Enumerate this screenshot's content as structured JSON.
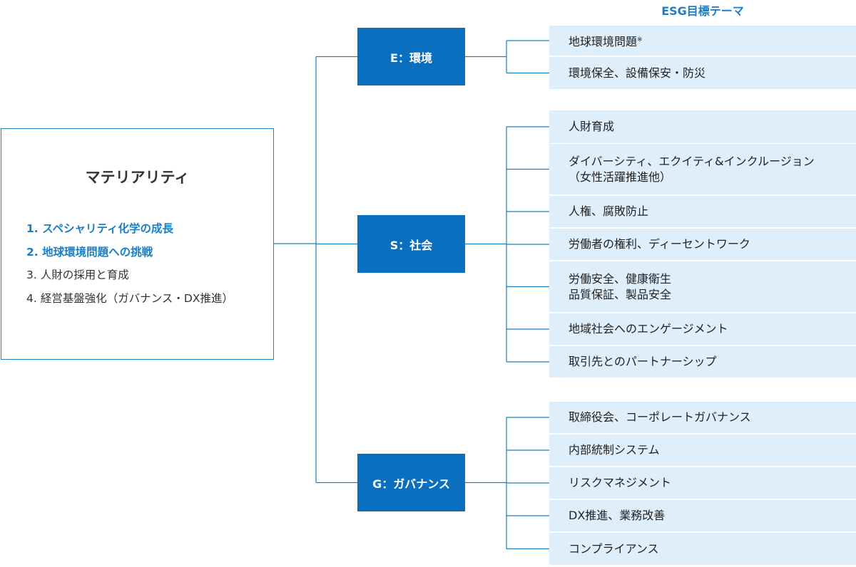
{
  "header": {
    "label": "ESG目標テーマ"
  },
  "materiality": {
    "title": "マテリアリティ",
    "items": [
      {
        "text": "1. スペシャリティ化学の成長",
        "highlight": true
      },
      {
        "text": "2. 地球環境問題への挑戦",
        "highlight": true
      },
      {
        "text": "3. 人財の採用と育成",
        "highlight": false
      },
      {
        "text": "4. 経営基盤強化（ガバナンス・DX推進）",
        "highlight": false
      }
    ]
  },
  "categories": [
    {
      "label": "E：環境",
      "themes": [
        {
          "lines": [
            "地球環境問題"
          ],
          "note": "※"
        },
        {
          "lines": [
            "環境保全、設備保安・防災"
          ]
        }
      ]
    },
    {
      "label": "S：社会",
      "themes": [
        {
          "lines": [
            "人財育成"
          ]
        },
        {
          "lines": [
            "ダイバーシティ、エクイティ&インクルージョン",
            "（女性活躍推進他）"
          ]
        },
        {
          "lines": [
            "人権、腐敗防止"
          ]
        },
        {
          "lines": [
            "労働者の権利、ディーセントワーク"
          ]
        },
        {
          "lines": [
            "労働安全、健康衛生",
            "品質保証、製品安全"
          ]
        },
        {
          "lines": [
            "地域社会へのエンゲージメント"
          ]
        },
        {
          "lines": [
            "取引先とのパートナーシップ"
          ]
        }
      ]
    },
    {
      "label": "G：ガバナンス",
      "themes": [
        {
          "lines": [
            "取締役会、コーポレートガバナンス"
          ]
        },
        {
          "lines": [
            "内部統制システム"
          ]
        },
        {
          "lines": [
            "リスクマネジメント"
          ]
        },
        {
          "lines": [
            "DX推進、業務改善"
          ]
        },
        {
          "lines": [
            "コンプライアンス"
          ]
        }
      ]
    }
  ],
  "colors": {
    "accent": "#1a7fc4",
    "category_fill": "#0a6fbe",
    "theme_fill": "#deeefb"
  }
}
